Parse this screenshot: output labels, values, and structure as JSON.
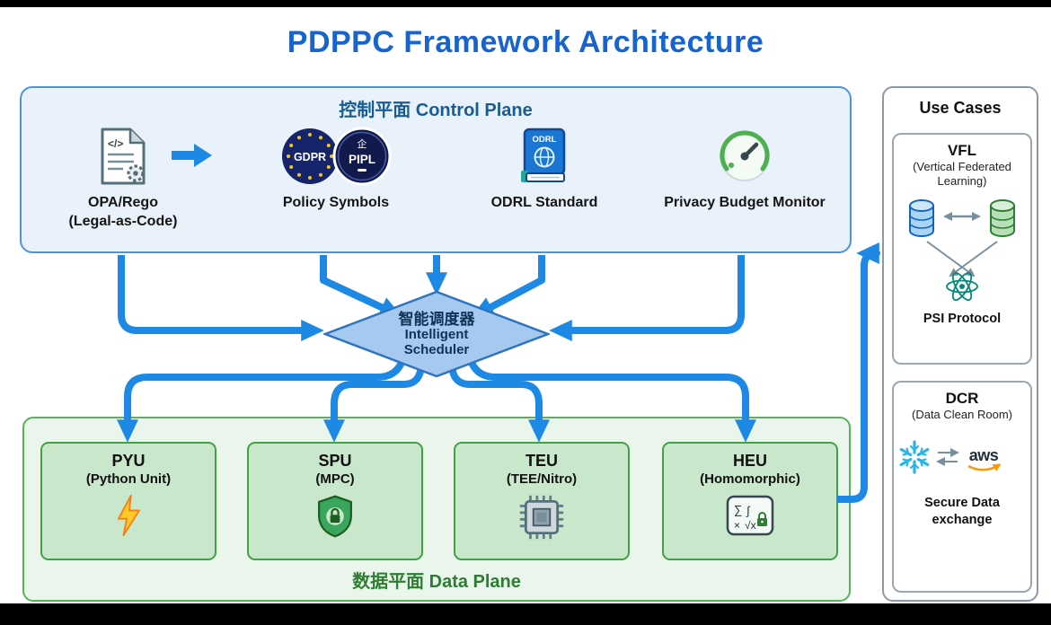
{
  "title": "PDPPC Framework Architecture",
  "control_plane": {
    "title": "控制平面 Control Plane",
    "items": [
      {
        "label": "OPA/Rego",
        "sublabel": "(Legal-as-Code)",
        "code_glyph": "</>"
      },
      {
        "label": "Policy Symbols",
        "gdpr_text": "GDPR",
        "pipl_top": "企",
        "pipl_text": "PIPL"
      },
      {
        "label": "ODRL Standard",
        "book_text": "ODRL"
      },
      {
        "label": "Privacy Budget Monitor"
      }
    ]
  },
  "scheduler": {
    "title_zh": "智能调度器",
    "line1": "Intelligent",
    "line2": "Scheduler"
  },
  "data_plane": {
    "title": "数据平面 Data Plane",
    "units": [
      {
        "name": "PYU",
        "subtitle": "(Python Unit)"
      },
      {
        "name": "SPU",
        "subtitle": "(MPC)"
      },
      {
        "name": "TEU",
        "subtitle": "(TEE/Nitro)"
      },
      {
        "name": "HEU",
        "subtitle": "(Homomorphic)",
        "symbols": [
          "∑",
          "∫",
          "×",
          "√x"
        ]
      }
    ]
  },
  "use_cases": {
    "title": "Use Cases",
    "vfl": {
      "name": "VFL",
      "subtitle_line1": "(Vertical Federated",
      "subtitle_line2": "Learning)",
      "caption": "PSI Protocol"
    },
    "dcr": {
      "name": "DCR",
      "subtitle": "(Data Clean Room)",
      "aws_text": "aws",
      "caption_line1": "Secure Data",
      "caption_line2": "exchange"
    }
  },
  "colors": {
    "title_blue": "#1765cc",
    "arrow_blue": "#1e88e5",
    "control_border": "#4e94d6",
    "control_bg": "#e9f2fb",
    "control_title": "#175d94",
    "scheduler_fill": "#a6c9ef",
    "scheduler_border": "#2f74c0",
    "data_bg": "#eaf6ec",
    "data_border": "#57b25c",
    "data_title_green": "#2e7d32",
    "unit_bg": "#c9e7ca",
    "unit_border": "#43a047",
    "gray_arrow": "#78909c",
    "aws_orange": "#ff9900",
    "snowflake_blue": "#29b5e8",
    "gdpr_navy": "#16246b",
    "star_gold": "#f5c518"
  }
}
